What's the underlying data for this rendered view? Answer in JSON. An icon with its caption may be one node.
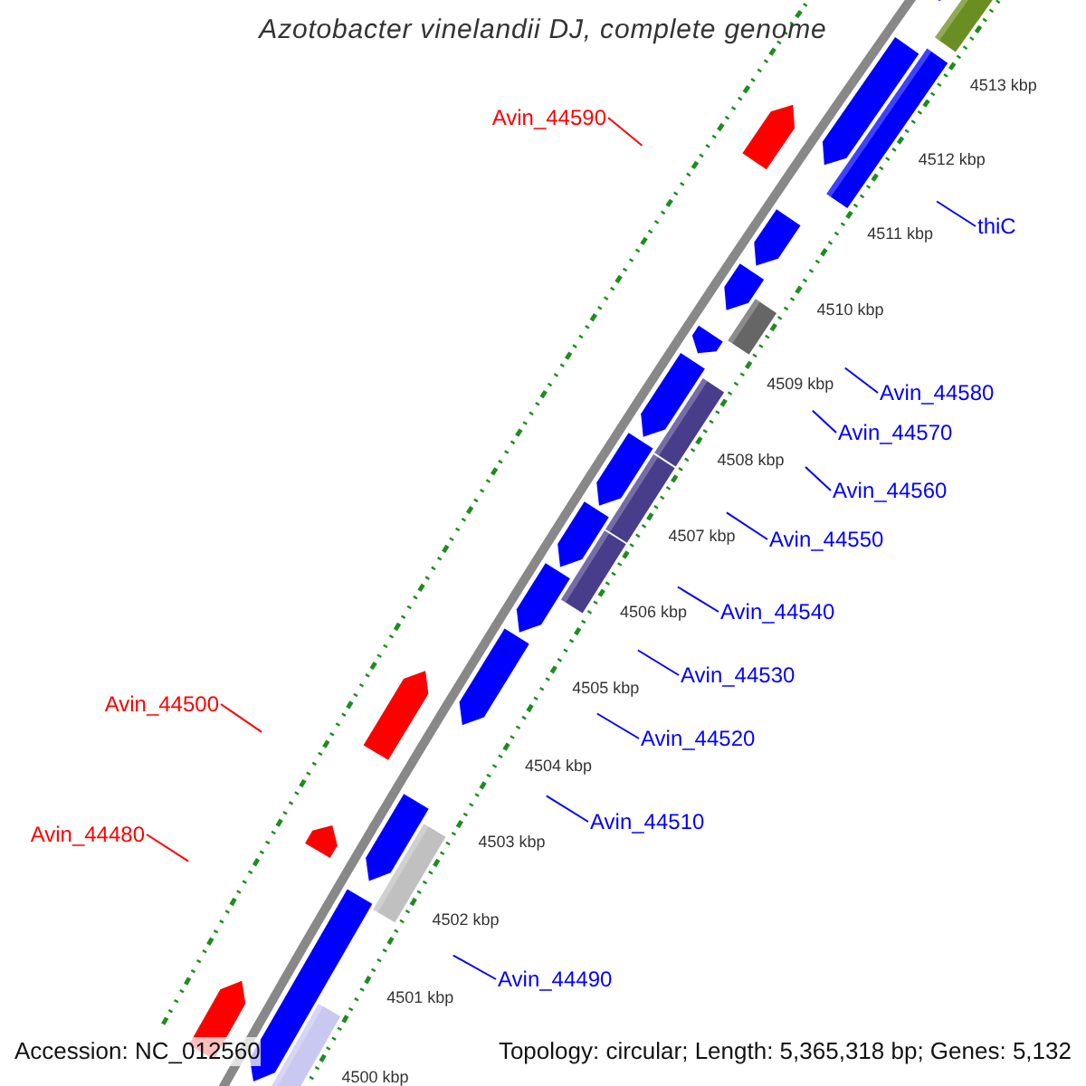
{
  "diagram": {
    "title": "Azotobacter vinelandii DJ, complete genome",
    "nodes": [
      {
        "text": [
          "Avin_44590"
        ]
      },
      {
        "text": [
          "thiC"
        ]
      },
      {
        "text": [
          "Avin_44580"
        ]
      },
      {
        "text": [
          "Avin_44570"
        ]
      },
      {
        "text": [
          "Avin_44560"
        ]
      },
      {
        "text": [
          "Avin_44550"
        ]
      },
      {
        "text": [
          "Avin_44540"
        ]
      },
      {
        "text": [
          "Avin_44530"
        ]
      },
      {
        "text": [
          "Avin_44500"
        ]
      },
      {
        "text": [
          "Avin_44520"
        ]
      },
      {
        "text": [
          "Avin_44510"
        ]
      },
      {
        "text": [
          "Avin_44480"
        ]
      },
      {
        "text": [
          "Avin_44490"
        ]
      }
    ],
    "edges": [
      {
        "from": 0,
        "to": null,
        "arrow": "none",
        "color": "#ff0000"
      },
      {
        "from": 1,
        "to": null,
        "arrow": "none"
      },
      {
        "from": 2,
        "to": null,
        "arrow": "none"
      },
      {
        "from": 3,
        "to": null,
        "arrow": "none"
      },
      {
        "from": 4,
        "to": null,
        "arrow": "none"
      },
      {
        "from": 5,
        "to": null,
        "arrow": "none"
      },
      {
        "from": 6,
        "to": null,
        "arrow": "none"
      },
      {
        "from": 7,
        "to": null,
        "arrow": "none"
      },
      {
        "from": 8,
        "to": null,
        "arrow": "none",
        "color": "#ff0000"
      },
      {
        "from": 9,
        "to": null,
        "arrow": "none"
      },
      {
        "from": 10,
        "to": null,
        "arrow": "none"
      },
      {
        "from": 11,
        "to": null,
        "arrow": "none",
        "color": "#ff0000"
      },
      {
        "from": 12,
        "to": null,
        "arrow": "none"
      }
    ],
    "labels": [
      "4513 kbp",
      "4512 kbp",
      "4511 kbp",
      "4510 kbp",
      "4509 kbp",
      "4508 kbp",
      "4507 kbp",
      "4506 kbp",
      "4505 kbp",
      "4504 kbp",
      "4503 kbp",
      "4502 kbp",
      "4501 kbp",
      "4500 kbp",
      "Accession: NC_012560",
      "Topology: circular; Length: 5,365,318 bp; Genes: 5,132"
    ]
  }
}
